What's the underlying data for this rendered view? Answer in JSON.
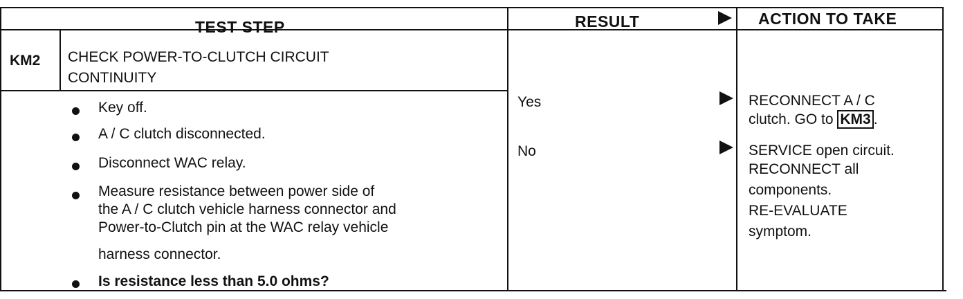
{
  "headers": {
    "test_step": "TEST STEP",
    "result": "RESULT",
    "action": "ACTION TO TAKE"
  },
  "step": {
    "code": "KM2",
    "title_line1": "CHECK POWER-TO-CLUTCH CIRCUIT",
    "title_line2": "CONTINUITY"
  },
  "bullets": {
    "b1": "Key off.",
    "b2": "A / C clutch disconnected.",
    "b3": "Disconnect WAC relay.",
    "b4_l1": "Measure resistance between power side of",
    "b4_l2": "the A / C clutch vehicle harness connector and",
    "b4_l3": "Power-to-Clutch pin at the WAC relay vehicle",
    "b4_l4": "harness connector.",
    "b5": "Is resistance less than 5.0 ohms?"
  },
  "results": {
    "yes": "Yes",
    "no": "No"
  },
  "actions": {
    "yes_l1": "RECONNECT A / C",
    "yes_l2_prefix": "clutch. GO to ",
    "yes_l2_ref": "KM3",
    "yes_l2_suffix": ".",
    "no_l1": "SERVICE open circuit.",
    "no_l2": "RECONNECT all",
    "no_l3": "components.",
    "no_l4": "RE-EVALUATE",
    "no_l5": "symptom."
  }
}
